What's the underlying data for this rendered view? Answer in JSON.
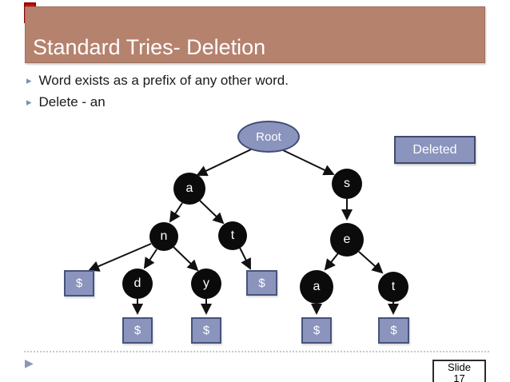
{
  "title": "Standard Tries- Deletion",
  "bullets": [
    "Word exists as a prefix of any other word.",
    "Delete - an"
  ],
  "bullet_icon": "▸",
  "legend": {
    "deleted_label": "Deleted"
  },
  "tree": {
    "root_label": "Root",
    "end_marker": "$",
    "nodes": {
      "a1": "a",
      "n": "n",
      "t1": "t",
      "d": "d",
      "y": "y",
      "s": "s",
      "e": "e",
      "a2": "a",
      "t2": "t"
    },
    "edges": [
      "Root-a",
      "Root-s",
      "a-n",
      "a-t",
      "n-$",
      "n-d",
      "n-y",
      "t-$",
      "s-e",
      "e-a",
      "e-t",
      "d-$",
      "y-$",
      "a-$",
      "t-$"
    ]
  },
  "footer": {
    "slide_word": "Slide",
    "slide_number": "17",
    "footer_icon": "▶"
  },
  "colors": {
    "title_bar": "#b5826e",
    "node_fill": "#8a94bd",
    "node_border": "#46537e",
    "black_node": "#0b0b0b",
    "marker_red": "#cf0a0a",
    "arrow": "#111111"
  }
}
